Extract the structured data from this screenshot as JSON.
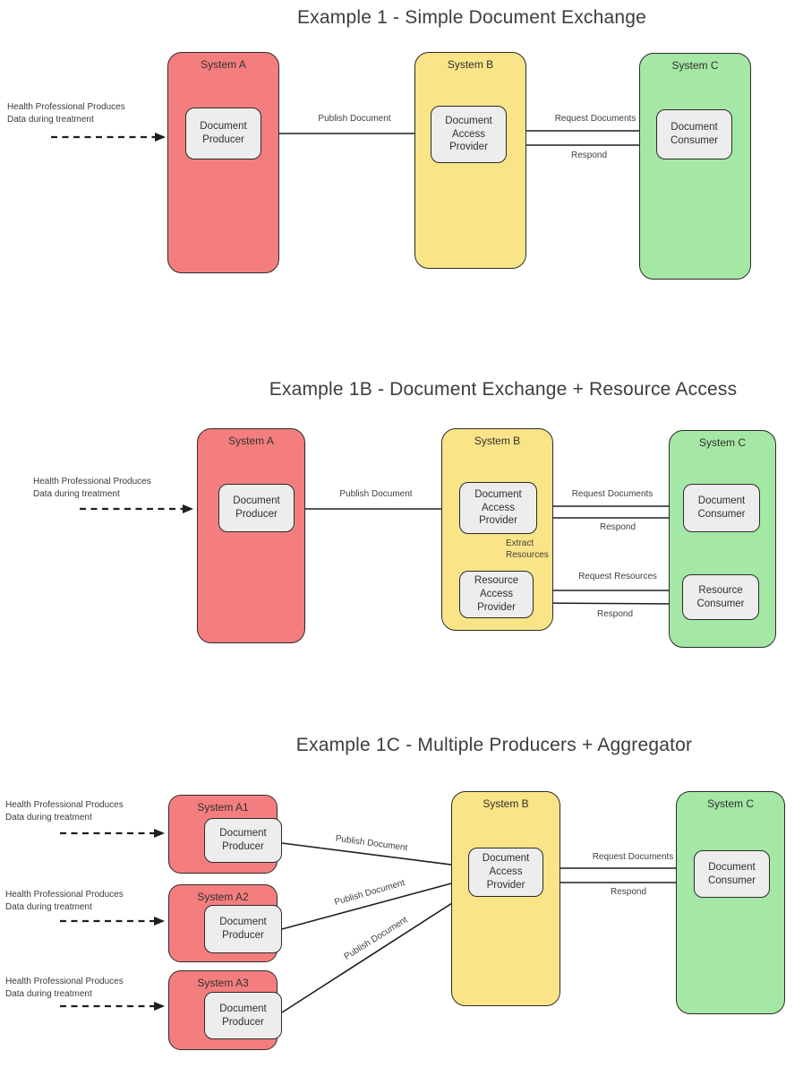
{
  "colors": {
    "system_red": "#F47E7E",
    "system_yellow": "#F9E488",
    "system_green": "#A5E7A4",
    "actor_gray": "#EDEDED",
    "line_dark": "#1f1f1f",
    "text_dark": "#3d3d3d"
  },
  "note": {
    "line1": "Health Professional Produces",
    "line2": "Data during treatment"
  },
  "examples": [
    {
      "title": "Example 1 - Simple Document Exchange",
      "systems": [
        {
          "label": "System A"
        },
        {
          "label": "System B"
        },
        {
          "label": "System C"
        }
      ],
      "actors": {
        "document_producer": "Document Producer",
        "document_access_provider": "Document Access Provider",
        "document_consumer": "Document Consumer"
      },
      "edges": {
        "publish": "Publish Document",
        "request_documents": "Request Documents",
        "respond": "Respond"
      }
    },
    {
      "title": "Example 1B - Document Exchange + Resource Access",
      "systems": [
        {
          "label": "System A"
        },
        {
          "label": "System B"
        },
        {
          "label": "System C"
        }
      ],
      "actors": {
        "document_producer": "Document Producer",
        "document_access_provider": "Document Access Provider",
        "resource_access_provider": "Resource Access Provider",
        "document_consumer": "Document Consumer",
        "resource_consumer": "Resource Consumer"
      },
      "edges": {
        "publish": "Publish Document",
        "request_documents": "Request Documents",
        "respond": "Respond",
        "extract_resources": "Extract Resources",
        "request_resources": "Request Resources",
        "respond_resources": "Respond"
      }
    },
    {
      "title": "Example 1C - Multiple Producers + Aggregator",
      "systems": [
        {
          "label": "System A1"
        },
        {
          "label": "System A2"
        },
        {
          "label": "System A3"
        },
        {
          "label": "System B"
        },
        {
          "label": "System C"
        }
      ],
      "actors": {
        "document_producer_1": "Document Producer",
        "document_producer_2": "Document Producer",
        "document_producer_3": "Document Producer",
        "document_access_provider": "Document Access Provider",
        "document_consumer": "Document Consumer"
      },
      "edges": {
        "publish_1": "Publish Document",
        "publish_2": "Publish Document",
        "publish_3": "Publish Document",
        "request_documents": "Request Documents",
        "respond": "Respond"
      }
    }
  ]
}
